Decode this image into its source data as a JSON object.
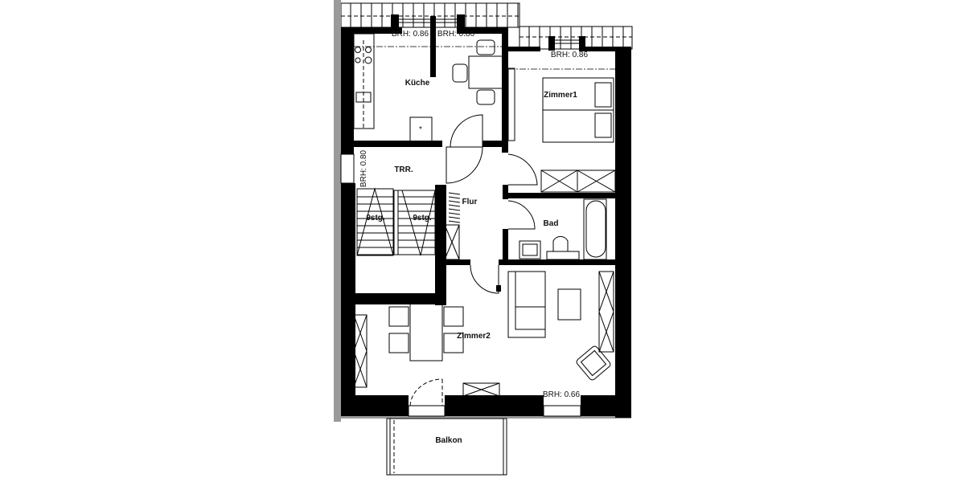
{
  "rooms": {
    "kitchen": "Küche",
    "room1": "Zimmer1",
    "stairwell": "TRR.",
    "hallway": "Flur",
    "bathroom": "Bad",
    "room2": "Zimmer2",
    "balcony": "Balkon"
  },
  "stairs": {
    "flight_left": "9stg.",
    "flight_right": "9stg."
  },
  "sill_heights": {
    "kitchen_window_left": "BRH: 0.86",
    "kitchen_window_right": "BRH: 0.86",
    "room1_window": "BRH: 0.86",
    "stairwell_window": "BRH: 0.80",
    "room2_window": "BRH: 0.66"
  }
}
